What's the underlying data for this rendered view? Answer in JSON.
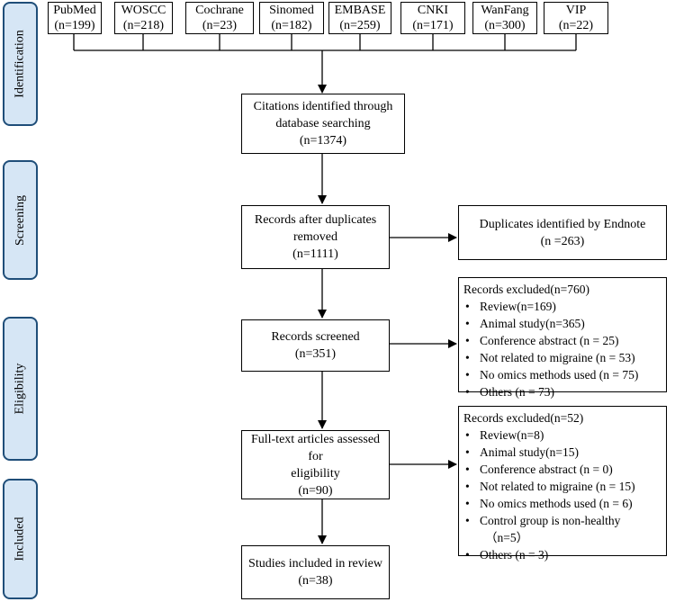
{
  "stages": {
    "identification": "Identification",
    "screening": "Screening",
    "eligibility": "Eligibility",
    "included": "Included"
  },
  "databases": [
    {
      "name": "PubMed",
      "count": "(n=199)"
    },
    {
      "name": "WOSCC",
      "count": "(n=218)"
    },
    {
      "name": "Cochrane",
      "count": "(n=23)"
    },
    {
      "name": "Sinomed",
      "count": "(n=182)"
    },
    {
      "name": "EMBASE",
      "count": "(n=259)"
    },
    {
      "name": "CNKI",
      "count": "(n=171)"
    },
    {
      "name": "WanFang",
      "count": "(n=300)"
    },
    {
      "name": "VIP",
      "count": "(n=22)"
    }
  ],
  "citations": {
    "line1": "Citations identified through",
    "line2": "database searching",
    "count": "(n=1374)"
  },
  "dedup": {
    "line1": "Records after duplicates",
    "line2": "removed",
    "count": "(n=1111)"
  },
  "duplicates": {
    "line1": "Duplicates identified by Endnote",
    "count": "(n =263)"
  },
  "screened": {
    "line1": "Records screened",
    "count": "(n=351)"
  },
  "excluded1": {
    "title": "Records excluded(n=760)",
    "items": [
      "Review(n=169)",
      "Animal study(n=365)",
      "Conference abstract (n = 25)",
      "Not related to migraine (n = 53)",
      "No omics methods used (n = 75)",
      "Others (n = 73)"
    ]
  },
  "fulltext": {
    "line1": "Full-text articles assessed for",
    "line2": "eligibility",
    "count": "(n=90)"
  },
  "excluded2": {
    "title": "Records excluded(n=52)",
    "items": [
      "Review(n=8)",
      "Animal study(n=15)",
      "Conference abstract (n = 0)",
      "Not related to migraine (n = 15)",
      "No omics methods used (n = 6)",
      "Control group is non-healthy"
    ],
    "continuation": "（n=5）",
    "last": "Others (n = 3)"
  },
  "included": {
    "line1": "Studies included in review",
    "count": "(n=38)"
  }
}
